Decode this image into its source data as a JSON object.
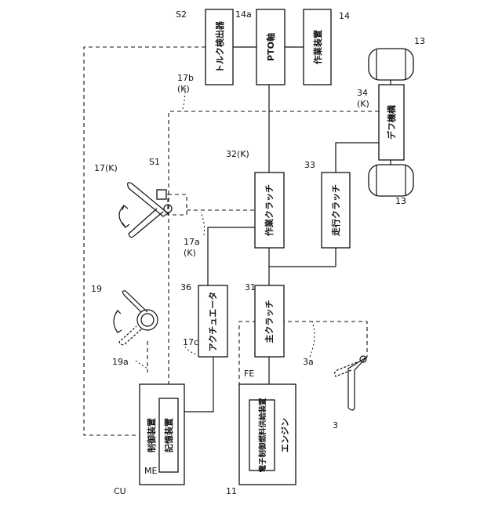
{
  "blocks": {
    "torque_detector": "トルク検出器",
    "pto_shaft": "PTO軸",
    "work_device": "作業装置",
    "diff_mechanism": "デフ機構",
    "work_clutch": "作業クラッチ",
    "travel_clutch": "走行クラッチ",
    "actuator": "アクチュエータ",
    "main_clutch": "主クラッチ",
    "control_device": "制御装置",
    "storage_device": "記憶装置",
    "engine": "エンジン",
    "fuel_injection": "電子制御燃料供給装置"
  },
  "refs": {
    "s2": "S2",
    "r14a": "14a",
    "r14": "14",
    "r13_top": "13",
    "r13_bottom": "13",
    "r17b": "17b",
    "r17b_k": "(K)",
    "r34": "34",
    "r34_k": "(K)",
    "r32": "32(K)",
    "r33": "33",
    "r17": "17(K)",
    "s1": "S1",
    "r17a": "17a",
    "r17a_k": "(K)",
    "r36": "36",
    "r31": "31",
    "r19": "19",
    "r17c": "17c",
    "r19a": "19a",
    "r3a": "3a",
    "fe": "FE",
    "r3": "3",
    "me": "ME",
    "cu": "CU",
    "r11": "11"
  }
}
